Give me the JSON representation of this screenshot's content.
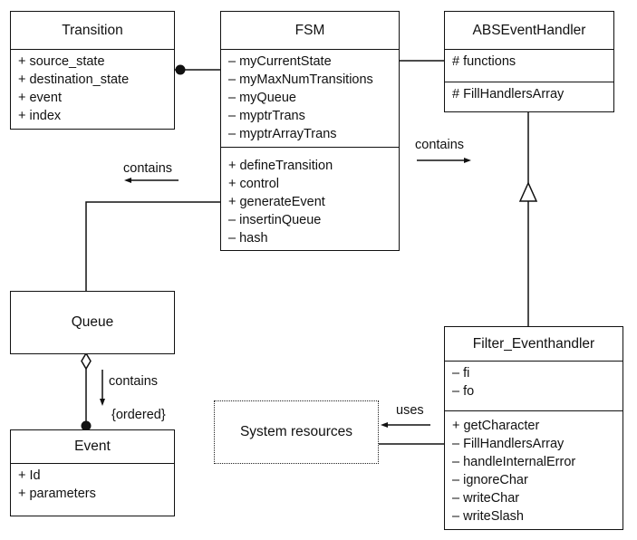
{
  "classes": {
    "transition": {
      "name": "Transition",
      "attributes": [
        "+ source_state",
        "+ destination_state",
        "+ event",
        "+ index"
      ]
    },
    "fsm": {
      "name": "FSM",
      "attributes": [
        "– myCurrentState",
        "– myMaxNumTransitions",
        "– myQueue",
        "– myptrTrans",
        "– myptrArrayTrans"
      ],
      "operations": [
        "+ defineTransition",
        "+ control",
        "+ generateEvent",
        "– insertinQueue",
        "– hash"
      ]
    },
    "abs_event_handler": {
      "name": "ABSEventHandler",
      "attributes": [
        "# functions"
      ],
      "operations": [
        "# FillHandlersArray"
      ]
    },
    "queue": {
      "name": "Queue"
    },
    "filter_eventhandler": {
      "name": "Filter_Eventhandler",
      "attributes": [
        "– fi",
        "– fo"
      ],
      "operations": [
        "+ getCharacter",
        "– FillHandlersArray",
        "– handleInternalError",
        "– ignoreChar",
        "– writeChar",
        "– writeSlash"
      ]
    },
    "event": {
      "name": "Event",
      "attributes": [
        "+ Id",
        "+ parameters"
      ]
    },
    "system_resources": {
      "name": "System resources"
    }
  },
  "relations": {
    "fsm_abs_contains": "contains",
    "fsm_queue_contains": "contains",
    "queue_event_contains": "contains",
    "queue_event_constraint": "{ordered}",
    "filter_system_uses": "uses"
  }
}
